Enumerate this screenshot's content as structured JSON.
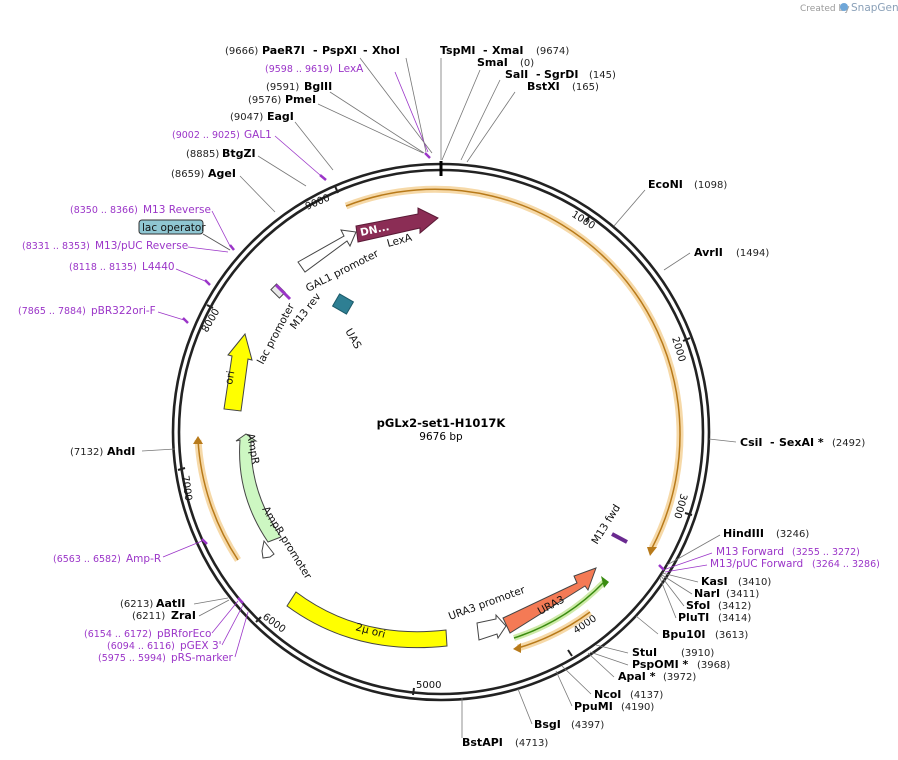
{
  "plasmid": {
    "name": "pGLx2-set1-H1017K",
    "size_label": "9676 bp",
    "length": 9676
  },
  "branding": {
    "created_by": "Created by",
    "product": "SnapGene"
  },
  "ticks": [
    "1000",
    "2000",
    "3000",
    "4000",
    "5000",
    "6000",
    "7000",
    "8000",
    "9000"
  ],
  "enzymes": [
    {
      "name": "PaeR7I",
      "pos": "(9666)"
    },
    {
      "name": "PspXI",
      "pos": ""
    },
    {
      "name": "XhoI",
      "pos": ""
    },
    {
      "name": "TspMI",
      "pos": ""
    },
    {
      "name": "XmaI",
      "pos": "(9674)"
    },
    {
      "name": "SmaI",
      "pos": "(0)"
    },
    {
      "name": "SalI",
      "pos": ""
    },
    {
      "name": "SgrDI",
      "pos": "(145)"
    },
    {
      "name": "BstXI",
      "pos": "(165)"
    },
    {
      "name": "BglII",
      "pos": "(9591)"
    },
    {
      "name": "PmeI",
      "pos": "(9576)"
    },
    {
      "name": "EagI",
      "pos": "(9047)"
    },
    {
      "name": "BtgZI",
      "pos": "(8885)"
    },
    {
      "name": "AgeI",
      "pos": "(8659)"
    },
    {
      "name": "EcoNI",
      "pos": "(1098)"
    },
    {
      "name": "AvrII",
      "pos": "(1494)"
    },
    {
      "name": "CsiI",
      "pos": ""
    },
    {
      "name": "SexAI *",
      "pos": "(2492)"
    },
    {
      "name": "HindIII",
      "pos": "(3246)"
    },
    {
      "name": "KasI",
      "pos": "(3410)"
    },
    {
      "name": "NarI",
      "pos": "(3411)"
    },
    {
      "name": "SfoI",
      "pos": "(3412)"
    },
    {
      "name": "PluTI",
      "pos": "(3414)"
    },
    {
      "name": "Bpu10I",
      "pos": "(3613)"
    },
    {
      "name": "StuI",
      "pos": "(3910)"
    },
    {
      "name": "PspOMI *",
      "pos": "(3968)"
    },
    {
      "name": "ApaI *",
      "pos": "(3972)"
    },
    {
      "name": "NcoI",
      "pos": "(4137)"
    },
    {
      "name": "PpuMI",
      "pos": "(4190)"
    },
    {
      "name": "BsgI",
      "pos": "(4397)"
    },
    {
      "name": "BstAPI",
      "pos": "(4713)"
    },
    {
      "name": "AhdI",
      "pos": "(7132)"
    },
    {
      "name": "AatII",
      "pos": "(6213)"
    },
    {
      "name": "ZraI",
      "pos": "(6211)"
    }
  ],
  "primers": [
    {
      "range": "(9598 .. 9619)",
      "name": "LexA"
    },
    {
      "range": "(9002 .. 9025)",
      "name": "GAL1"
    },
    {
      "range": "(8350 .. 8366)",
      "name": "M13 Reverse"
    },
    {
      "range": "(8331 .. 8353)",
      "name": "M13/pUC Reverse"
    },
    {
      "range": "(8118 .. 8135)",
      "name": "L4440"
    },
    {
      "range": "(7865 .. 7884)",
      "name": "pBR322ori-F"
    },
    {
      "range": "(6563 .. 6582)",
      "name": "Amp-R"
    },
    {
      "range": "(6154 .. 6172)",
      "name": "pBRforEco"
    },
    {
      "range": "(6094 .. 6116)",
      "name": "pGEX 3'"
    },
    {
      "range": "(5975 .. 5994)",
      "name": "pRS-marker"
    },
    {
      "range": "",
      "name": "M13 Forward"
    },
    {
      "range": "(3255 .. 3272)",
      "name": ""
    },
    {
      "range": "",
      "name": "M13/pUC Forward"
    },
    {
      "range": "(3264 .. 3286)",
      "name": ""
    }
  ],
  "features": {
    "lac_operator": "lac operator",
    "lexA": "LexA",
    "dn": "DN...",
    "gal1_promoter": "GAL1 promoter",
    "m13_rev": "M13 rev",
    "uas": "UAS",
    "lac_promoter": "lac promoter",
    "ori": "ori",
    "ampR": "AmpR",
    "ampR_promoter": "AmpR promoter",
    "two_micron_ori": "2µ ori",
    "ura3_promoter": "URA3 promoter",
    "ura3": "URA3",
    "m13_fwd": "M13 fwd"
  },
  "colors": {
    "lexA": "#8b2d55",
    "uas": "#2e7f93",
    "ori": "#ffff00",
    "ampR": "#cdf7c2",
    "two_micron": "#ffff00",
    "ura3": "#f47a55",
    "lac_operator": "#8fc6d2",
    "orf": "#f0a33a",
    "primer": "#9b35c8",
    "green_orf": "#3a8c10"
  }
}
